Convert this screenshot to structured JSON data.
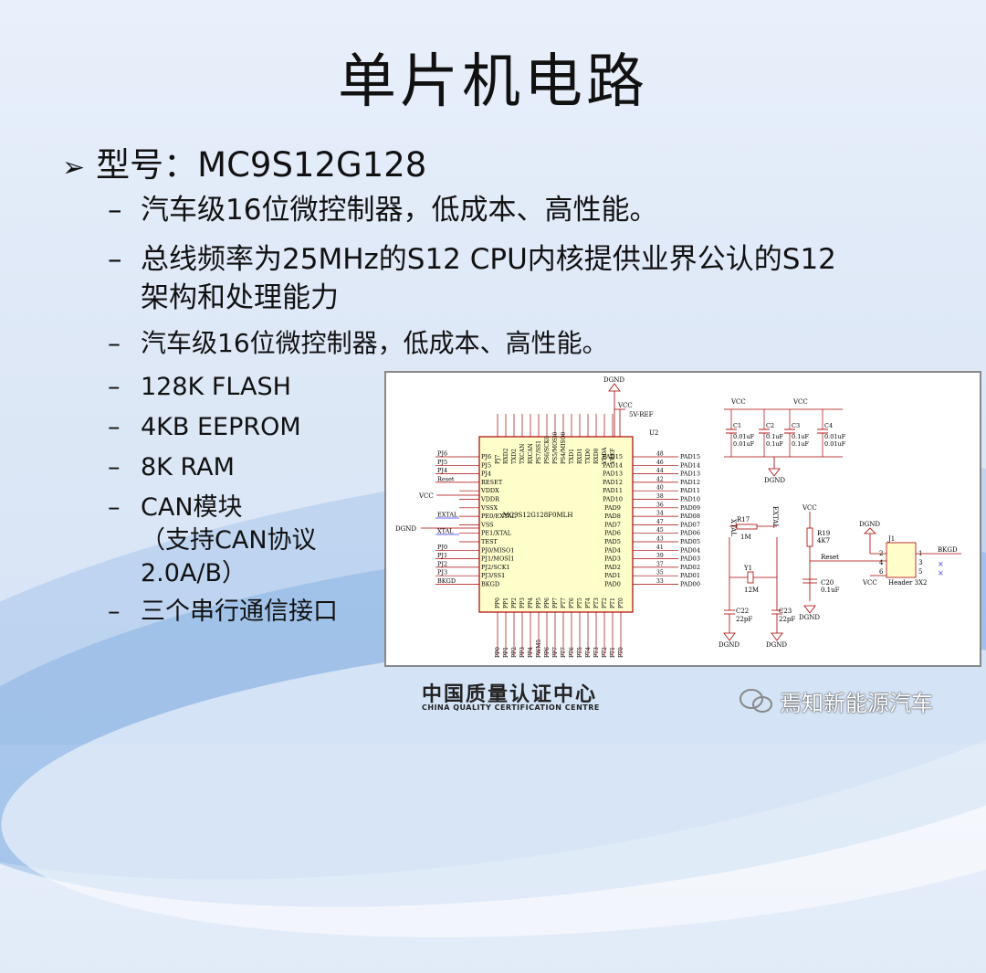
{
  "slide": {
    "title": "单片机电路",
    "main_bullet": "型号：MC9S12G128",
    "sub_bullets": [
      "汽车级16位微控制器，低成本、高性能。",
      "总线频率为25MHz的S12 CPU内核提供业界公认的S12",
      "架构和处理能力",
      "汽车级16位微控制器，低成本、高性能。"
    ],
    "features": [
      "128K FLASH",
      "4KB EEPROM",
      "8K RAM",
      "CAN模块",
      "（支持CAN协议",
      "2.0A/B）",
      "三个串行通信接口"
    ]
  },
  "schematic": {
    "chip_name": "MC9S12G128F0MLH",
    "ref": "U2",
    "top_pins": [
      "PJ7",
      "RXD2",
      "TXD2",
      "TXCAN",
      "RXCAN",
      "PS7/SS1",
      "PS6/SCK0",
      "PS5/MOSI0",
      "PS4/MISO0",
      "TXD1",
      "RXD1",
      "TXD0",
      "RXD0",
      "VDDA",
      "VREF"
    ],
    "left_pins": [
      "PJ6",
      "PJ5",
      "PJ4",
      "RESET",
      "VDDX",
      "VDDR",
      "VSSX",
      "PE0/EXTAL",
      "VSS",
      "PE1/XTAL",
      "TEST",
      "PJ0/MISO1",
      "PJ1/MOSI1",
      "PJ2/SCK1",
      "PJ3/SS1",
      "BKGD"
    ],
    "left_nets": [
      "PJ6",
      "PJ5",
      "PJ4",
      "Reset",
      "VCC",
      "EXTAL",
      "XTAL",
      "DGND",
      "PJ0",
      "PJ1",
      "PJ2",
      "PJ3",
      "BKGD"
    ],
    "right_pins": [
      "PAD15",
      "PAD14",
      "PAD13",
      "PAD12",
      "PAD11",
      "PAD10",
      "PAD9",
      "PAD8",
      "PAD7",
      "PAD6",
      "PAD5",
      "PAD4",
      "PAD3",
      "PAD2",
      "PAD1",
      "PAD0"
    ],
    "right_nets": [
      "PAD15",
      "PAD14",
      "PAD13",
      "PAD12",
      "PAD11",
      "PAD10",
      "PAD09",
      "PAD08",
      "PAD07",
      "PAD06",
      "PAD05",
      "PAD04",
      "PAD03",
      "PAD02",
      "PAD01",
      "PAD00"
    ],
    "right_pin_nums": [
      "48",
      "46",
      "44",
      "42",
      "40",
      "38",
      "36",
      "34",
      "47",
      "45",
      "43",
      "41",
      "39",
      "37",
      "35",
      "33"
    ],
    "bottom_pins": [
      "PP0",
      "PP1",
      "PP2",
      "PP3",
      "PP4",
      "PP5",
      "PP6",
      "PP7",
      "PT7",
      "PT6",
      "PT5",
      "PT4",
      "PT3",
      "PT2",
      "PT1",
      "PT0"
    ],
    "bottom_nets": [
      "PP0",
      "PP1",
      "PP2",
      "PP3",
      "PP4",
      "PWM5",
      "PP6",
      "PP7",
      "PT7",
      "PT6",
      "PT5",
      "PT4",
      "PT3",
      "PT2",
      "PT1",
      "PT0"
    ],
    "labels": {
      "dgnd": "DGND",
      "vcc": "VCC",
      "vref": "5V-REF",
      "c1": "C1",
      "c1v": "0.01uF",
      "c1b": "0.01uF",
      "c2": "C2",
      "c2v": "0.1uF",
      "c2b": "0.1uF",
      "c3": "C3",
      "c3v": "0.1uF",
      "c3b": "0.1uF",
      "c4": "C4",
      "c4v": "0.01uF",
      "c4b": "0.01uF",
      "r17": "R17",
      "r17v": "1M",
      "y1": "Y1",
      "y1v": "12M",
      "c22": "C22",
      "c22v": "22pF",
      "c23": "C23",
      "c23v": "22pF",
      "r19": "R19",
      "r19v": "4K7",
      "reset": "Reset",
      "c20": "C20",
      "c20v": "0.1uF",
      "j1": "J1",
      "header": "Header 3X2",
      "bkgd": "BKGD",
      "xtal": "XTAL",
      "extal": "EXTAL",
      "h1": "1",
      "h2": "2",
      "h3": "3",
      "h4": "4",
      "h5": "5",
      "h6": "6"
    }
  },
  "footer": {
    "logo_cn": "中国质量认证中心",
    "logo_en": "CHINA QUALITY CERTIFICATION CENTRE",
    "watermark": "焉知新能源汽车"
  }
}
